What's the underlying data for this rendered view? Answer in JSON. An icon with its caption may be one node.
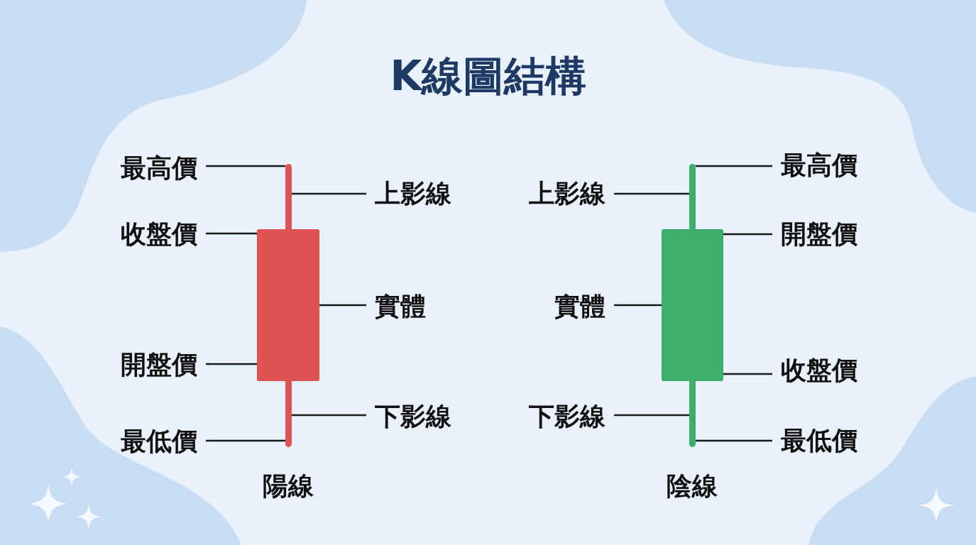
{
  "diagram": {
    "title": "K線圖結構",
    "nodes": [
      {
        "text": [
          "最高價"
        ]
      },
      {
        "text": [
          "上影線"
        ]
      },
      {
        "text": [
          "收盤價"
        ]
      },
      {
        "text": [
          "實體"
        ]
      },
      {
        "text": [
          "開盤價"
        ]
      },
      {
        "text": [
          "下影線"
        ]
      },
      {
        "text": [
          "最低價"
        ]
      },
      {
        "text": [],
        "shape": "bar"
      },
      {
        "text": [],
        "shape": "box"
      },
      {
        "text": [],
        "shape": "bar"
      },
      {
        "text": [
          "最高價"
        ]
      },
      {
        "text": [
          "上影線"
        ]
      },
      {
        "text": [
          "開盤價"
        ]
      },
      {
        "text": [
          "實體"
        ]
      },
      {
        "text": [
          "收盤價"
        ]
      },
      {
        "text": [
          "下影線"
        ]
      },
      {
        "text": [
          "最低價"
        ]
      },
      {
        "text": [],
        "shape": "bar"
      },
      {
        "text": [],
        "shape": "box"
      },
      {
        "text": [],
        "shape": "bar"
      }
    ],
    "edges": [
      {
        "from": 0,
        "to": 7,
        "arrow": "none"
      },
      {
        "from": 1,
        "to": 7,
        "arrow": "none"
      },
      {
        "from": 2,
        "to": 8,
        "arrow": "none"
      },
      {
        "from": 3,
        "to": 8,
        "arrow": "none"
      },
      {
        "from": 4,
        "to": 8,
        "arrow": "none"
      },
      {
        "from": 5,
        "to": 9,
        "arrow": "none"
      },
      {
        "from": 6,
        "to": 9,
        "arrow": "none"
      },
      {
        "from": 10,
        "to": 17,
        "arrow": "none"
      },
      {
        "from": 11,
        "to": 17,
        "arrow": "none"
      },
      {
        "from": 12,
        "to": 18,
        "arrow": "none"
      },
      {
        "from": 13,
        "to": 18,
        "arrow": "none"
      },
      {
        "from": 14,
        "to": 18,
        "arrow": "none"
      },
      {
        "from": 15,
        "to": 19,
        "arrow": "none"
      },
      {
        "from": 16,
        "to": 19,
        "arrow": "none"
      }
    ],
    "labels": [
      "陽線",
      "陰線"
    ]
  }
}
